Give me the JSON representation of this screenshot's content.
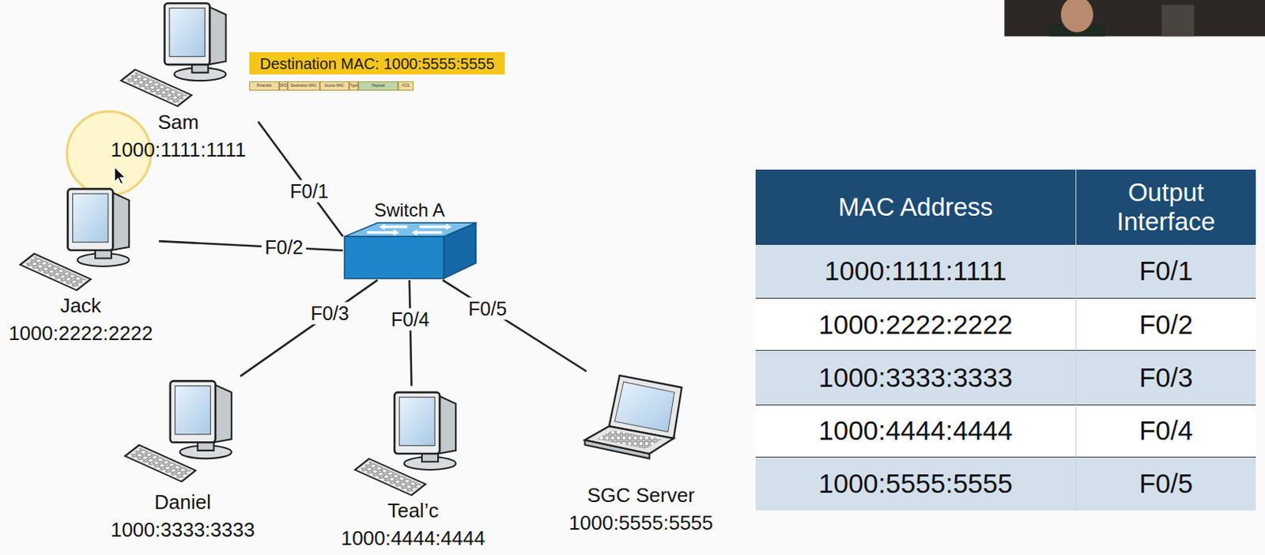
{
  "diagram": {
    "nodes": [
      {
        "text": [
          "Sam",
          "1000:1111:1111"
        ]
      },
      {
        "text": [
          "Destination MAC: 1000:5555:5555"
        ]
      },
      {
        "text": [
          "Preamble"
        ]
      },
      {
        "text": [
          "SFD"
        ]
      },
      {
        "text": [
          "Destination MAC"
        ]
      },
      {
        "text": [
          "Source MAC"
        ]
      },
      {
        "text": [
          "Type"
        ]
      },
      {
        "text": [
          "Payload"
        ]
      },
      {
        "text": [
          "FCS"
        ]
      },
      {
        "text": [
          "Jack",
          "1000:2222:2222"
        ]
      },
      {
        "text": [
          "Switch A"
        ]
      },
      {
        "text": [
          "Daniel",
          "1000:3333:3333"
        ]
      },
      {
        "text": [
          "Teal’c",
          "1000:4444:4444"
        ]
      },
      {
        "text": [
          "SGC Server",
          "1000:5555:5555"
        ]
      }
    ],
    "edges": [
      {
        "from": 0,
        "to": 10,
        "arrow": "none",
        "label": "F0/1"
      },
      {
        "from": 9,
        "to": 10,
        "arrow": "none",
        "label": "F0/2"
      },
      {
        "from": 11,
        "to": 10,
        "arrow": "none",
        "label": "F0/3"
      },
      {
        "from": 12,
        "to": 10,
        "arrow": "none",
        "label": "F0/4"
      },
      {
        "from": 13,
        "to": 10,
        "arrow": "none",
        "label": "F0/5"
      }
    ],
    "labels": [
      "MAC Address",
      "Output Interface",
      "1000:1111:1111",
      "F0/1",
      "1000:2222:2222",
      "F0/2",
      "1000:3333:3333",
      "F0/3",
      "1000:4444:4444",
      "F0/4",
      "1000:5555:5555",
      "F0/5"
    ]
  }
}
